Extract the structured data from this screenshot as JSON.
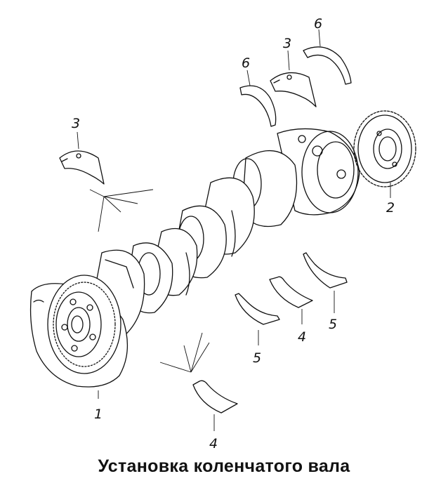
{
  "caption": "Установка коленчатого вала",
  "callouts": [
    {
      "id": "1",
      "text": "1"
    },
    {
      "id": "2",
      "text": "2"
    },
    {
      "id": "3a",
      "text": "3"
    },
    {
      "id": "3b",
      "text": "3"
    },
    {
      "id": "4a",
      "text": "4"
    },
    {
      "id": "4b",
      "text": "4"
    },
    {
      "id": "5a",
      "text": "5"
    },
    {
      "id": "5b",
      "text": "5"
    },
    {
      "id": "6a",
      "text": "6"
    },
    {
      "id": "6b",
      "text": "6"
    }
  ],
  "icons": {
    "flywheel": "flywheel-icon",
    "gear": "timing-gear-icon",
    "crankshaft": "crankshaft-icon",
    "bearing-shell": "bearing-shell-icon",
    "thrust-half-ring": "thrust-half-ring-icon"
  }
}
